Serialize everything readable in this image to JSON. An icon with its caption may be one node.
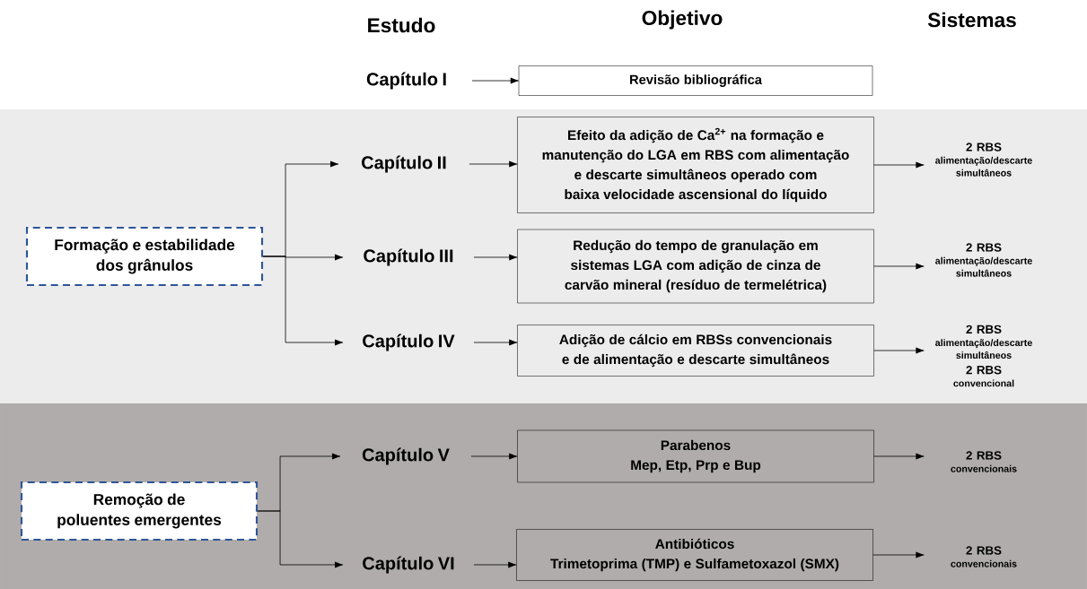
{
  "diagram": {
    "nodes": [
      {
        "text": [
          "Capítulo I"
        ]
      },
      {
        "text": [
          "Revisão bibliográfica"
        ]
      },
      {
        "text": [
          "Formação e estabilidade dos grânulos"
        ]
      },
      {
        "text": [
          "Capítulo II"
        ]
      },
      {
        "text": [
          "Efeito da adição de Ca$^{2+}$ na formação e manutenção do LGA em RBS com alimentação e descarte simultâneos operado com baixa velocidade ascensional do líquido"
        ]
      },
      {
        "text": [
          "2 RBS",
          "alimentação/descarte simultâneos"
        ]
      },
      {
        "text": [
          "Capítulo  III"
        ]
      },
      {
        "text": [
          "Redução do tempo de granulação em sistemas LGA com adição de cinza de carvão mineral (resíduo de termelétrica)"
        ]
      },
      {
        "text": [
          "2 RBS",
          "alimentação/descarte simultâneos"
        ]
      },
      {
        "text": [
          "Capítulo  IV"
        ]
      },
      {
        "text": [
          "Adição de cálcio em RBSs convencionais e de alimentação e descarte simultâneos"
        ]
      },
      {
        "text": [
          "2 RBS",
          "alimentação/descarte simultâneos",
          "2 RBS",
          "convencional"
        ]
      },
      {
        "text": [
          "Remoção de poluentes emergentes"
        ]
      },
      {
        "text": [
          "Capítulo  V"
        ]
      },
      {
        "text": [
          "Parabenos",
          "Mep, Etp, Prp e Bup"
        ]
      },
      {
        "text": [
          "2 RBS",
          "convencionais"
        ]
      },
      {
        "text": [
          "Capítulo  VI"
        ]
      },
      {
        "text": [
          "Antibióticos",
          "Trimetoprima (TMP) e Sulfametoxazol  (SMX)"
        ]
      },
      {
        "text": [
          "2 RBS",
          "convencionais"
        ]
      }
    ],
    "edges": [
      {
        "from": 0,
        "to": 1,
        "arrow": "to"
      },
      {
        "from": 2,
        "to": 3,
        "arrow": "to"
      },
      {
        "from": 2,
        "to": 6,
        "arrow": "to"
      },
      {
        "from": 2,
        "to": 9,
        "arrow": "to"
      },
      {
        "from": 3,
        "to": 4,
        "arrow": "to"
      },
      {
        "from": 4,
        "to": 5,
        "arrow": "to"
      },
      {
        "from": 6,
        "to": 7,
        "arrow": "to"
      },
      {
        "from": 7,
        "to": 8,
        "arrow": "to"
      },
      {
        "from": 9,
        "to": 10,
        "arrow": "to"
      },
      {
        "from": 10,
        "to": 11,
        "arrow": "to"
      },
      {
        "from": 12,
        "to": 13,
        "arrow": "to"
      },
      {
        "from": 12,
        "to": 16,
        "arrow": "to"
      },
      {
        "from": 13,
        "to": 14,
        "arrow": "to"
      },
      {
        "from": 14,
        "to": 15,
        "arrow": "to"
      },
      {
        "from": 16,
        "to": 17,
        "arrow": "to"
      },
      {
        "from": 17,
        "to": 18,
        "arrow": "to"
      }
    ],
    "labels": [
      "Estudo",
      "Objetivo",
      "Sistemas"
    ]
  }
}
